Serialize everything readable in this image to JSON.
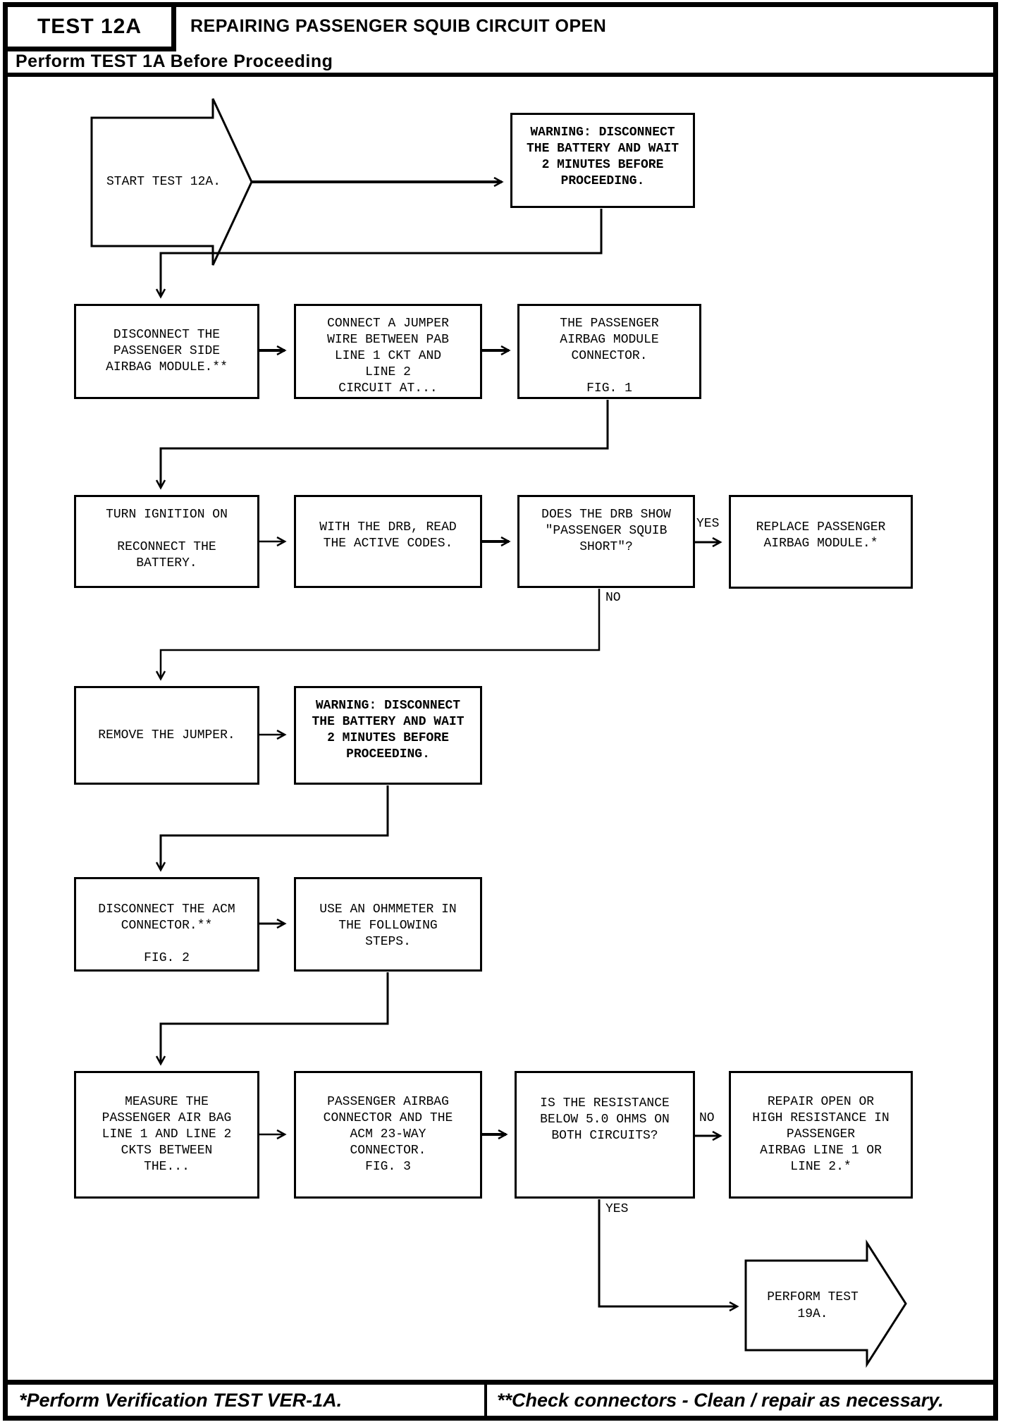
{
  "header": {
    "test_label": "TEST 12A",
    "title": "REPAIRING PASSENGER SQUIB CIRCUIT OPEN",
    "subtitle": "Perform TEST 1A Before Proceeding"
  },
  "flowchart": {
    "start_terminator": {
      "lines": [
        "START TEST 12A."
      ]
    },
    "boxes": {
      "warning_top": {
        "lines": [
          "WARNING: DISCONNECT",
          "THE BATTERY AND WAIT",
          "2 MINUTES BEFORE",
          "PROCEEDING."
        ]
      },
      "disconnect_module": {
        "lines": [
          "DISCONNECT THE",
          "PASSENGER SIDE",
          "AIRBAG MODULE.**"
        ]
      },
      "connect_jumper": {
        "lines": [
          "CONNECT A JUMPER",
          "WIRE BETWEEN PAB",
          "LINE 1 CKT AND",
          "LINE 2",
          "CIRCUIT AT..."
        ]
      },
      "pab_connector_fig1": {
        "lines": [
          "THE PASSENGER",
          "AIRBAG MODULE",
          "CONNECTOR.",
          "",
          "FIG. 1"
        ]
      },
      "turn_ignition": {
        "lines": [
          "TURN IGNITION ON",
          "",
          "RECONNECT THE",
          "BATTERY."
        ]
      },
      "drb_read_codes": {
        "lines": [
          "WITH THE DRB, READ",
          "THE ACTIVE CODES."
        ]
      },
      "drb_show_short": {
        "lines": [
          "DOES THE DRB SHOW",
          "\"PASSENGER SQUIB",
          "SHORT\"?"
        ]
      },
      "replace_module": {
        "lines": [
          "REPLACE PASSENGER",
          "AIRBAG MODULE.*"
        ]
      },
      "remove_jumper": {
        "lines": [
          "REMOVE THE JUMPER."
        ]
      },
      "warning_mid": {
        "lines": [
          "WARNING: DISCONNECT",
          "THE BATTERY AND WAIT",
          "2 MINUTES BEFORE",
          "PROCEEDING."
        ]
      },
      "disconnect_acm": {
        "lines": [
          "DISCONNECT THE ACM",
          "CONNECTOR.**",
          "",
          "FIG. 2"
        ]
      },
      "use_ohmmeter": {
        "lines": [
          "USE AN OHMMETER IN",
          "THE FOLLOWING",
          "STEPS."
        ]
      },
      "measure_ckts": {
        "lines": [
          "MEASURE THE",
          "PASSENGER AIR BAG",
          "LINE 1 AND LINE 2",
          "CKTS BETWEEN",
          "THE..."
        ]
      },
      "acm_23way_fig3": {
        "lines": [
          "PASSENGER AIRBAG",
          "CONNECTOR AND THE",
          "ACM 23-WAY",
          "CONNECTOR.",
          "FIG. 3"
        ]
      },
      "resistance_check": {
        "lines": [
          "IS THE RESISTANCE",
          "BELOW 5.0 OHMS ON",
          "BOTH CIRCUITS?"
        ]
      },
      "repair_open": {
        "lines": [
          "REPAIR OPEN OR",
          "HIGH RESISTANCE IN",
          "PASSENGER",
          "AIRBAG LINE 1 OR",
          "LINE 2.*"
        ]
      }
    },
    "end_terminator": {
      "lines": [
        "PERFORM TEST",
        "19A."
      ]
    },
    "labels": {
      "yes1": "YES",
      "no1": "NO",
      "no2": "NO",
      "yes2": "YES"
    },
    "ink_color": "#000000",
    "paper_color": "#ffffff"
  },
  "footer": {
    "left": "*Perform Verification TEST VER-1A.",
    "right": "**Check connectors - Clean / repair as necessary."
  }
}
